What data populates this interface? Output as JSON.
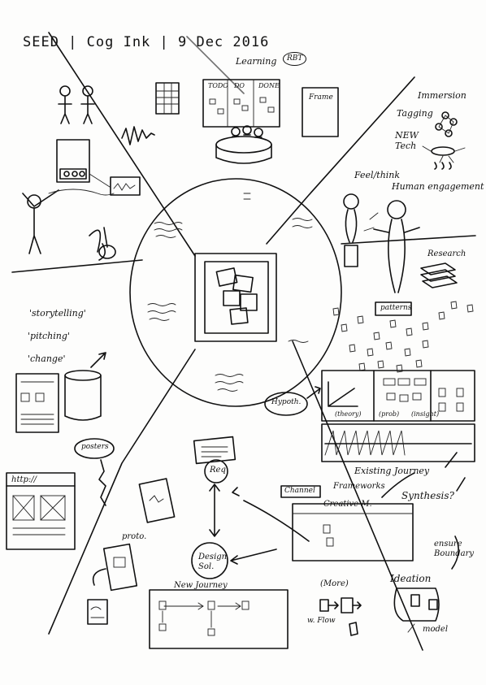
{
  "header": {
    "title": "SEED | Cog Ink | 9 Dec 2016",
    "learning": "Learning",
    "learning_badge": "RBT"
  },
  "top_center": {
    "kanban_todo": "TODO",
    "kanban_do": "DO",
    "kanban_done": "DONE",
    "frame": "Frame"
  },
  "top_right": {
    "immersion": "Immersion",
    "tagging": "Tagging",
    "new_tech": "NEW Tech",
    "feel_think": "Feel/think",
    "human_engagement": "Human engagement",
    "research": "Research"
  },
  "left": {
    "storytelling": "'storytelling'",
    "pitching": "'pitching'",
    "change": "'change'",
    "posters": "posters",
    "http": "http://",
    "proto": "proto."
  },
  "right_middle": {
    "patterns": "patterns",
    "theory": "(theory)",
    "prob": "(prob)",
    "insight": "(insight)",
    "hypoth": "Hypoth.",
    "existing_journey": "Existing Journey",
    "frameworks": "Frameworks",
    "synthesis": "Synthesis?"
  },
  "bottom": {
    "req": "Req",
    "channel": "Channel",
    "creative_m": "Creative M.",
    "design_sol": "Design Sol.",
    "new_journey": "New Journey",
    "more": "(More)",
    "w_flow": "w. Flow",
    "ideation": "Ideation",
    "model": "model",
    "ensure_boundary": "ensure Boundary"
  }
}
